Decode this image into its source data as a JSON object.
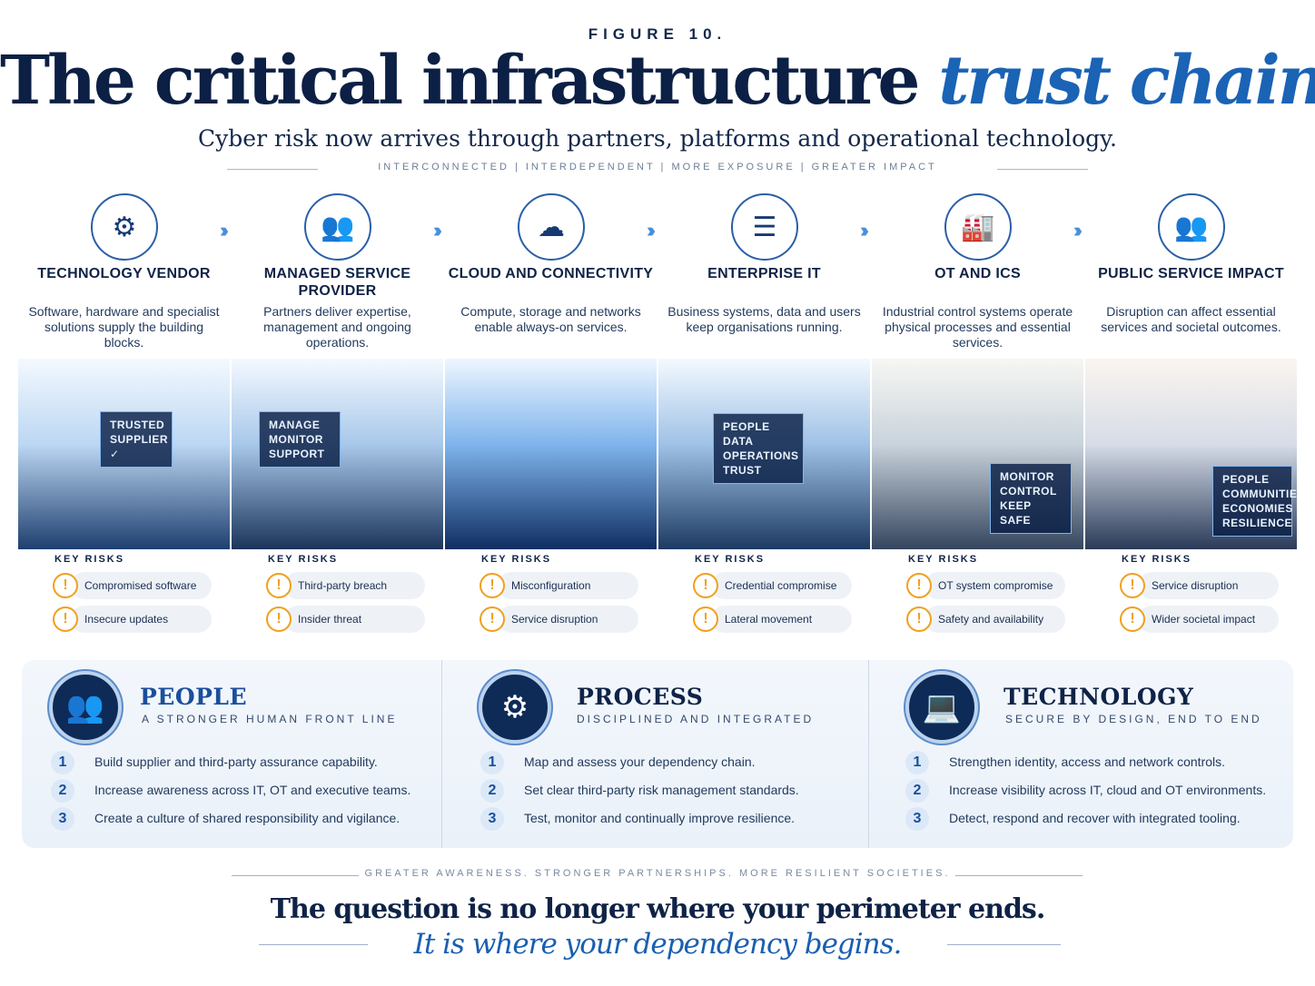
{
  "header": {
    "figure_label": "FIGURE 10.",
    "title_main": "The critical infrastructure ",
    "title_accent": "trust chain",
    "subtitle": "Cyber risk now arrives through partners, platforms and operational technology.",
    "tagline": "INTERCONNECTED | INTERDEPENDENT | MORE EXPOSURE | GREATER IMPACT"
  },
  "chain": {
    "key_risks_label": "KEY RISKS",
    "stages": [
      {
        "icon": "gear-icon",
        "glyph": "⚙",
        "title": "TECHNOLOGY VENDOR",
        "desc": "Software, hardware and specialist solutions supply the building blocks.",
        "sign": "TRUSTED SUPPLIER ✓",
        "risks": [
          "Compromised software",
          "Insecure updates"
        ]
      },
      {
        "icon": "people-icon",
        "glyph": "👥",
        "title": "MANAGED SERVICE PROVIDER",
        "desc": "Partners deliver expertise, management and ongoing operations.",
        "sign": "MANAGE MONITOR SUPPORT",
        "risks": [
          "Third-party breach",
          "Insider threat"
        ]
      },
      {
        "icon": "cloud-icon",
        "glyph": "☁",
        "title": "CLOUD AND CONNECTIVITY",
        "desc": "Compute, storage and networks enable always-on services.",
        "sign": "",
        "risks": [
          "Misconfiguration",
          "Service disruption"
        ]
      },
      {
        "icon": "server-icon",
        "glyph": "☰",
        "title": "ENTERPRISE IT",
        "desc": "Business systems, data and users keep organisations running.",
        "sign": "PEOPLE DATA OPERATIONS TRUST",
        "risks": [
          "Credential compromise",
          "Lateral movement"
        ]
      },
      {
        "icon": "factory-icon",
        "glyph": "🏭",
        "title": "OT AND ICS",
        "desc": "Industrial control systems operate physical processes and essential services.",
        "sign": "MONITOR CONTROL KEEP SAFE",
        "risks": [
          "OT system compromise",
          "Safety and availability"
        ]
      },
      {
        "icon": "community-icon",
        "glyph": "👥",
        "title": "PUBLIC SERVICE IMPACT",
        "desc": "Disruption can affect essential services and societal outcomes.",
        "sign": "PEOPLE COMMUNITIES ECONOMIES RESILIENCE",
        "risks": [
          "Service disruption",
          "Wider societal impact"
        ]
      }
    ]
  },
  "pillars": [
    {
      "icon": "people-icon",
      "glyph": "👥",
      "title": "PEOPLE",
      "subtitle": "A STRONGER HUMAN FRONT LINE",
      "items": [
        {
          "num": "1",
          "text": "Build supplier and third-party assurance capability."
        },
        {
          "num": "2",
          "text": "Increase awareness across IT, OT and executive teams."
        },
        {
          "num": "3",
          "text": "Create a culture of shared responsibility and vigilance."
        }
      ]
    },
    {
      "icon": "gear-icon",
      "glyph": "⚙",
      "title": "PROCESS",
      "subtitle": "DISCIPLINED AND INTEGRATED",
      "items": [
        {
          "num": "1",
          "text": "Map and assess your dependency chain."
        },
        {
          "num": "2",
          "text": "Set clear third-party risk management standards."
        },
        {
          "num": "3",
          "text": "Test, monitor and continually improve resilience."
        }
      ]
    },
    {
      "icon": "laptop-icon",
      "glyph": "💻",
      "title": "TECHNOLOGY",
      "subtitle": "SECURE BY DESIGN, END TO END",
      "items": [
        {
          "num": "1",
          "text": "Strengthen identity, access and network controls."
        },
        {
          "num": "2",
          "text": "Increase visibility across IT, cloud and OT environments."
        },
        {
          "num": "3",
          "text": "Detect, respond and recover with integrated tooling."
        }
      ]
    }
  ],
  "footer": {
    "tagline": "GREATER AWARENESS. STRONGER PARTNERSHIPS. MORE RESILIENT SOCIETIES.",
    "quote_line1": "The question is no longer where your perimeter ends.",
    "quote_line2": "It is where your dependency begins."
  },
  "colors": {
    "navy": "#0c1f44",
    "accent_blue": "#1a63b5",
    "warning_orange": "#f0a01c"
  }
}
